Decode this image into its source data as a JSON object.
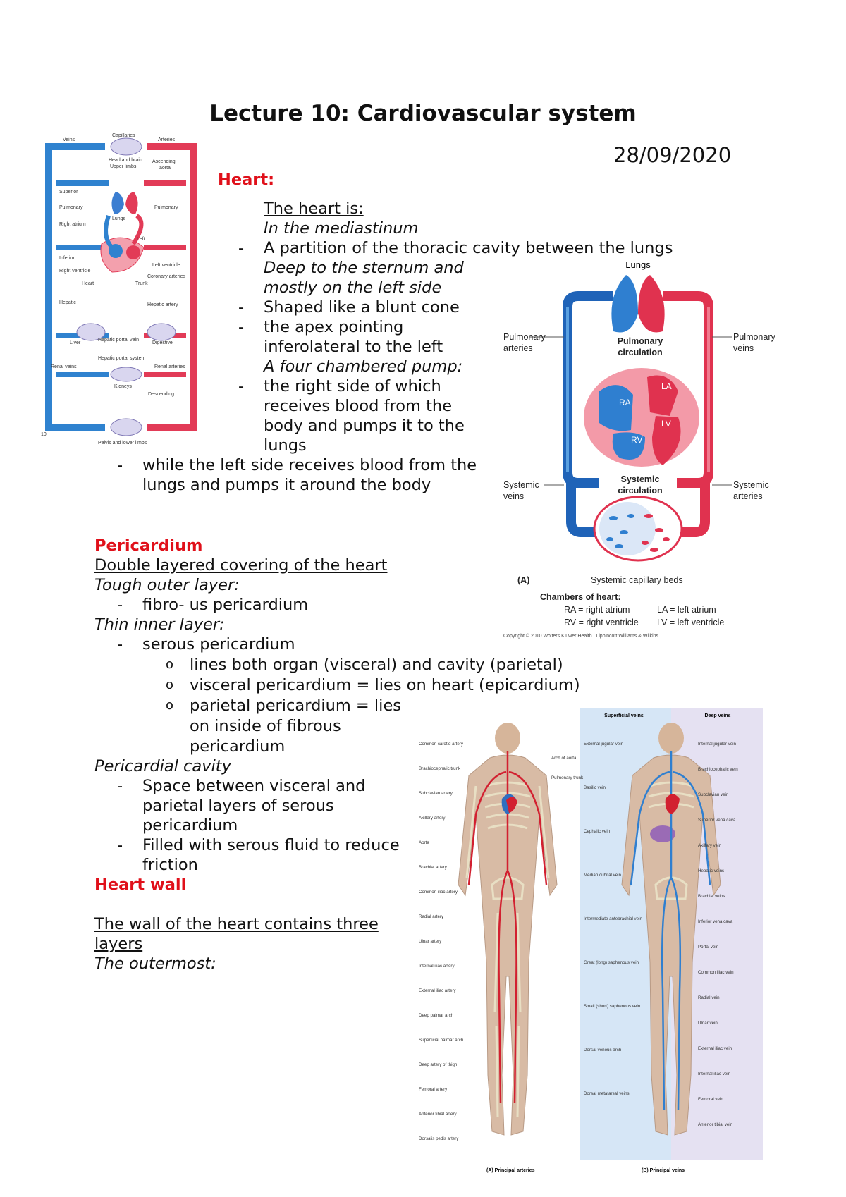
{
  "title": "Lecture 10: Cardiovascular system",
  "date": "28/09/2020",
  "heart": {
    "heading": "Heart:",
    "intro": "The heart is:",
    "lines": [
      "In the mediastinum",
      "A partition of the thoracic cavity between the lungs",
      "Deep to the sternum and",
      "mostly on the left side",
      "Shaped like a blunt cone",
      "the apex pointing",
      "inferolateral to the left",
      "A four chambered pump:",
      "the right side of which",
      "receives blood from the",
      "body and pumps it to the",
      "lungs",
      "while the left side receives blood from the",
      "lungs and pumps it around the body"
    ]
  },
  "pericardium": {
    "heading": "Pericardium",
    "subtitle": "Double layered covering of the heart",
    "outer_label": "Tough outer layer:",
    "outer_item": "fibro- us pericardium",
    "inner_label": "Thin inner layer:",
    "inner_item": "serous pericardium",
    "sub_items": [
      "lines both  organ (visceral) and cavity (parietal)",
      "visceral pericardium = lies on heart (epicardium)",
      "parietal pericardium = lies",
      "on inside of fibrous",
      "pericardium"
    ],
    "cavity_label": "Pericardial cavity",
    "cavity_items": [
      "Space between visceral and",
      "parietal layers of serous",
      "pericardium",
      "Filled with serous fluid to reduce",
      "friction"
    ]
  },
  "heart_wall": {
    "heading": "Heart wall",
    "line1": "The wall of the heart contains three",
    "line2": "layers",
    "line3": "The outermost:"
  },
  "circ_diagram": {
    "lungs": "Lungs",
    "pulm_arteries": [
      "Pulmonary",
      "arteries"
    ],
    "pulm_veins": [
      "Pulmonary",
      "veins"
    ],
    "pulm_circ": [
      "Pulmonary",
      "circulation"
    ],
    "ra": "RA",
    "la": "LA",
    "rv": "RV",
    "lv": "LV",
    "sys_veins": [
      "Systemic",
      "veins"
    ],
    "sys_arteries": [
      "Systemic",
      "arteries"
    ],
    "sys_circ": [
      "Systemic",
      "circulation"
    ],
    "panel": "(A)",
    "capillary": "Systemic capillary beds",
    "chambers_title": "Chambers of heart:",
    "ra_def": "RA = right atrium",
    "la_def": "LA = left atrium",
    "rv_def": "RV = right ventricle",
    "lv_def": "LV = left ventricle",
    "copyright": "Copyright © 2010 Wolters Kluwer Health | Lippincott Williams & Wilkins"
  },
  "flow_diagram": {
    "veins": "Veins",
    "capillaries": "Capillaries",
    "arteries": "Arteries",
    "head": "Head and brain",
    "upper": "Upper limbs",
    "ascending": "Ascending",
    "aorta": "aorta",
    "lungs": "Lungs",
    "pulm_artery": "Pulmonary",
    "pulm_vein": "Pulmonary",
    "svc": "Superior",
    "ra": "Right atrium",
    "ivc": "Inferior",
    "rv": "Right ventricle",
    "heart": "Heart",
    "la": "Left",
    "lv": "Left ventricle",
    "coronary": "Coronary arteries",
    "trunk": "Trunk",
    "hepatic_vein": "Hepatic",
    "hepatic_artery": "Hepatic artery",
    "liver": "Liver",
    "portal_vein": "Hepatic portal vein",
    "digestive": "Digestive",
    "portal_system": "Hepatic portal system",
    "renal_veins": "Renal veins",
    "renal_arteries": "Renal arteries",
    "kidneys": "Kidneys",
    "descending": "Descending",
    "pelvis": "Pelvis and lower limbs",
    "figure_no": "10"
  },
  "vessels": {
    "superficial": "Superficial veins",
    "deep": "Deep veins",
    "artery_labels": [
      "Common carotid artery",
      "Brachiocephalic trunk",
      "Subclavian artery",
      "Axillary artery",
      "Aorta",
      "Brachial artery",
      "Common iliac artery",
      "Radial artery",
      "Ulnar artery",
      "Internal iliac artery",
      "External iliac artery",
      "Deep palmar arch",
      "Superficial palmar arch",
      "Deep artery of thigh",
      "Femoral artery",
      "Anterior tibial artery",
      "Dorsalis pedis artery"
    ],
    "artery_right": [
      "Arch of aorta",
      "Pulmonary trunk"
    ],
    "vein_left": [
      "External jugular vein",
      "Basilic vein",
      "Cephalic vein",
      "Median cubital vein",
      "Intermediate antebrachial vein",
      "Great (long) saphenous vein",
      "Small (short) saphenous vein",
      "Dorsal venous arch",
      "Dorsal metatarsal veins"
    ],
    "vein_right": [
      "Internal jugular vein",
      "Brachiocephalic vein",
      "Subclavian vein",
      "Superior vena cava",
      "Axillary vein",
      "Hepatic veins",
      "Brachial veins",
      "Inferior vena cava",
      "Portal vein",
      "Common iliac vein",
      "Radial vein",
      "Ulnar vein",
      "External iliac vein",
      "Internal iliac vein",
      "Femoral vein",
      "Anterior tibial vein"
    ],
    "caption_a": "(A) Principal arteries",
    "caption_b": "(B) Principal veins"
  }
}
